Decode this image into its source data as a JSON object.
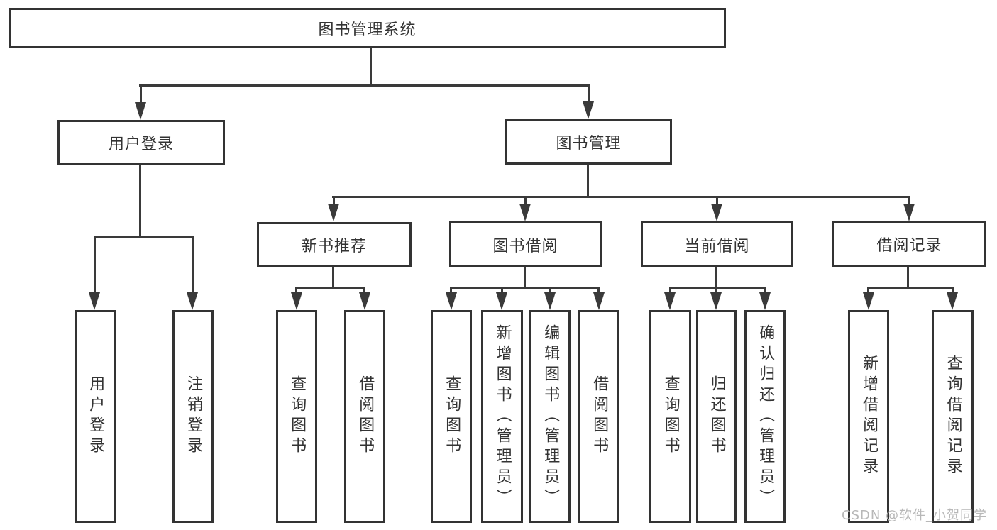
{
  "tree": {
    "root": {
      "label": "图书管理系统"
    },
    "branches": [
      {
        "label": "用户登录",
        "leaves": [
          "用户登录",
          "注销登录"
        ]
      },
      {
        "label": "图书管理",
        "groups": [
          {
            "label": "新书推荐",
            "leaves": [
              "查询图书",
              "借阅图书"
            ]
          },
          {
            "label": "图书借阅",
            "leaves": [
              "查询图书",
              "新增图书（管理员）",
              "编辑图书（管理员）",
              "借阅图书"
            ]
          },
          {
            "label": "当前借阅",
            "leaves": [
              "查询图书",
              "归还图书",
              "确认归还（管理员）"
            ]
          },
          {
            "label": "借阅记录",
            "leaves": [
              "新增借阅记录",
              "查询借阅记录"
            ]
          }
        ]
      }
    ]
  },
  "watermark": {
    "text": "CSDN @软件_小贺同学"
  },
  "colors": {
    "background": "#ffffff",
    "border": "#333333",
    "line": "#3a3a3a",
    "text": "#333333",
    "watermark": "#b8b8b8"
  }
}
